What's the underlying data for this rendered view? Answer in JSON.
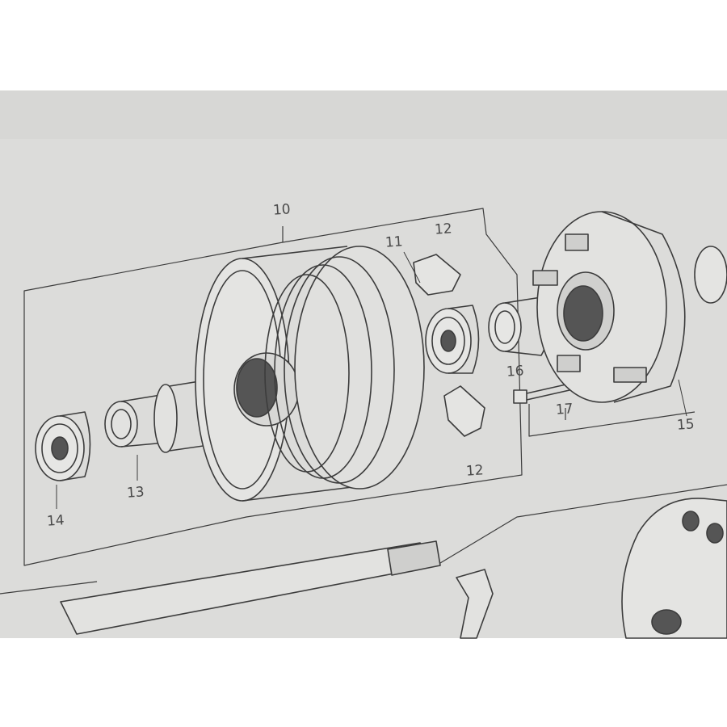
{
  "diagram": {
    "paper_color": "#dcdcda",
    "line_color": "#3c3c3c",
    "callouts": {
      "hub_assembly": "10",
      "bearing_right": "11",
      "damper_upper": "12",
      "damper_lower": "12",
      "distance_collar": "13",
      "bearing_left": "14",
      "sprocket_flange": "15",
      "flange_collar": "16",
      "flange_bolt": "17"
    }
  }
}
